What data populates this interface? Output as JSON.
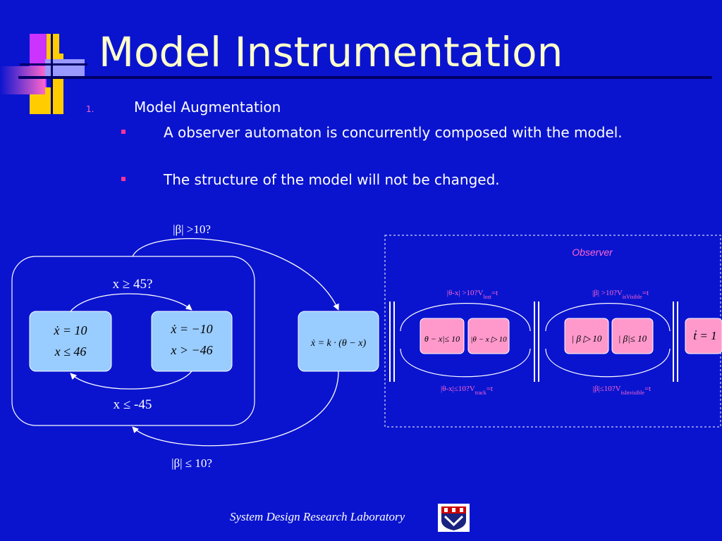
{
  "slide": {
    "title": "Model Instrumentation",
    "list_number": "1.",
    "item1": "Model Augmentation",
    "bullets": [
      "A observer automaton is concurrently composed with the model.",
      "The structure of the model will not be changed."
    ]
  },
  "diagram": {
    "left_automaton": {
      "state1": {
        "line1": "ẋ = 10",
        "line2": "x ≤ 46"
      },
      "state2": {
        "line1": "ẋ = −10",
        "line2": "x > −46"
      },
      "guard_top": "x ≥ 45?",
      "guard_bottom": "x ≤ -45"
    },
    "middle_state": "ẋ = k · (θ − x)",
    "edge_top": "|β| >10?",
    "edge_bottom": "|β| ≤ 10?",
    "observer": {
      "label": "Observer",
      "group1": {
        "top_label_pre": "|θ-x| >10?V",
        "top_label_sub": "lost",
        "top_label_post": "=t",
        "states": [
          "θ − x|≤ 10",
          "|θ − x ▷ 10"
        ],
        "bottom_label_pre": "|θ-x|≤10?V",
        "bottom_label_sub": "track",
        "bottom_label_post": "=t"
      },
      "group2": {
        "top_label_pre": "|β| >10?V",
        "top_label_sub": "isVisible",
        "top_label_post": "=t",
        "states": [
          "| β ▷ 10",
          "| β|≤ 10"
        ],
        "bottom_label_pre": "|β|≤10?V",
        "bottom_label_sub": "isInvisible",
        "bottom_label_post": "=t"
      },
      "clock_state": "ṫ = 1"
    }
  },
  "footer": {
    "lab": "System Design Research Laboratory"
  },
  "colors": {
    "background": "#0a14cf",
    "title": "#ffffcc",
    "state_fill": "#99ccff",
    "observer_state_fill": "#ff99cc",
    "observer_label": "#ff66cc",
    "bullet": "#ff3399"
  }
}
